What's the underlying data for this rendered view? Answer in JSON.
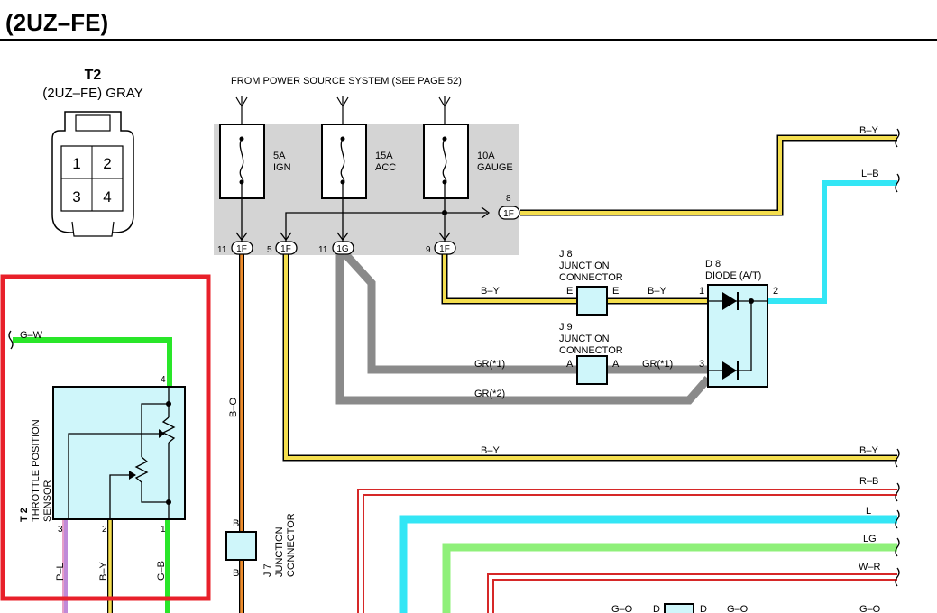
{
  "header": {
    "title": "(2UZ–FE)"
  },
  "connector": {
    "id": "T2",
    "subtitle": "(2UZ–FE)  GRAY",
    "pins": [
      "1",
      "2",
      "3",
      "4"
    ]
  },
  "power": {
    "note": "FROM POWER SOURCE SYSTEM (SEE PAGE 52)"
  },
  "fuses": [
    {
      "amp": "5A",
      "name": "IGN",
      "pin": "11",
      "conn": "1F"
    },
    {
      "amp": "15A",
      "name": "ACC",
      "pin": "11",
      "conn": "1G"
    },
    {
      "amp": "10A",
      "name": "GAUGE",
      "pin": "9",
      "conn": "1F"
    }
  ],
  "splice": {
    "pin": "5",
    "conn": "1F"
  },
  "side_conn": {
    "pin": "8",
    "conn": "1F"
  },
  "junctions": {
    "j8": {
      "id": "J 8",
      "label1": "JUNCTION",
      "label2": "CONNECTOR",
      "pin": "E"
    },
    "j9": {
      "id": "J 9",
      "label1": "JUNCTION",
      "label2": "CONNECTOR",
      "pin": "A"
    },
    "j7": {
      "id": "J 7",
      "label1": "JUNCTION",
      "label2": "CONNECTOR",
      "pin": "B"
    }
  },
  "diode": {
    "id": "D 8",
    "name": "DIODE (A/T)",
    "pins": [
      "1",
      "2",
      "3"
    ]
  },
  "sensor": {
    "id": "T 2",
    "name1": "THROTTLE POSITION",
    "name2": "SENSOR",
    "pins": [
      "4",
      "3",
      "2",
      "1"
    ]
  },
  "wires": {
    "b_y": "B–Y",
    "l_b": "L–B",
    "gr1": "GR(*1)",
    "gr2": "GR(*2)",
    "b_o": "B–O",
    "g_w": "G–W",
    "p_l": "P–L",
    "g_b": "G–B",
    "r_b": "R–B",
    "l": "L",
    "lg": "LG",
    "w_r": "W–R",
    "g_o": "G–O",
    "d_pin": "D"
  },
  "colors": {
    "yellow": "#f4de4e",
    "cyan": "#33e6f5",
    "green": "#29e629",
    "light_green": "#8ff07a",
    "red": "#d62828",
    "gray": "#8a8a8a",
    "orange": "#ee8c2c",
    "pink": "#e6a0c8",
    "highlight": "#e8202a",
    "fuse_box": "#d4d4d4",
    "component_fill": "#cff6fa"
  }
}
